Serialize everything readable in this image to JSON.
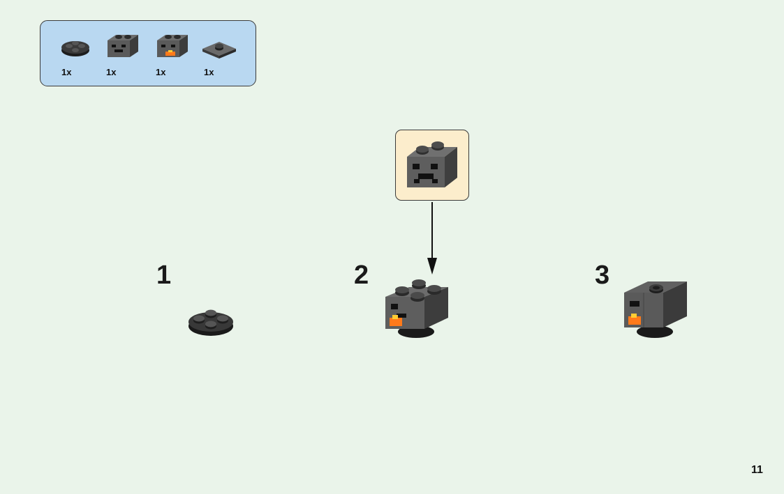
{
  "parts_list": {
    "items": [
      {
        "icon": "round-plate-icon",
        "quantity": "1x"
      },
      {
        "icon": "face-brick-icon",
        "quantity": "1x"
      },
      {
        "icon": "fire-face-brick-icon",
        "quantity": "1x"
      },
      {
        "icon": "jumper-plate-icon",
        "quantity": "1x"
      }
    ]
  },
  "callout": {
    "icon": "face-brick-icon"
  },
  "steps": [
    {
      "number": "1"
    },
    {
      "number": "2"
    },
    {
      "number": "3"
    }
  ],
  "page_number": "11",
  "colors": {
    "background": "#eaf4ea",
    "parts_box": "#b9d8f1",
    "callout": "#fcedcc",
    "brick_dark": "#4a4a4a",
    "brick_light": "#8f8f8f",
    "fire": "#ff7a1a"
  }
}
